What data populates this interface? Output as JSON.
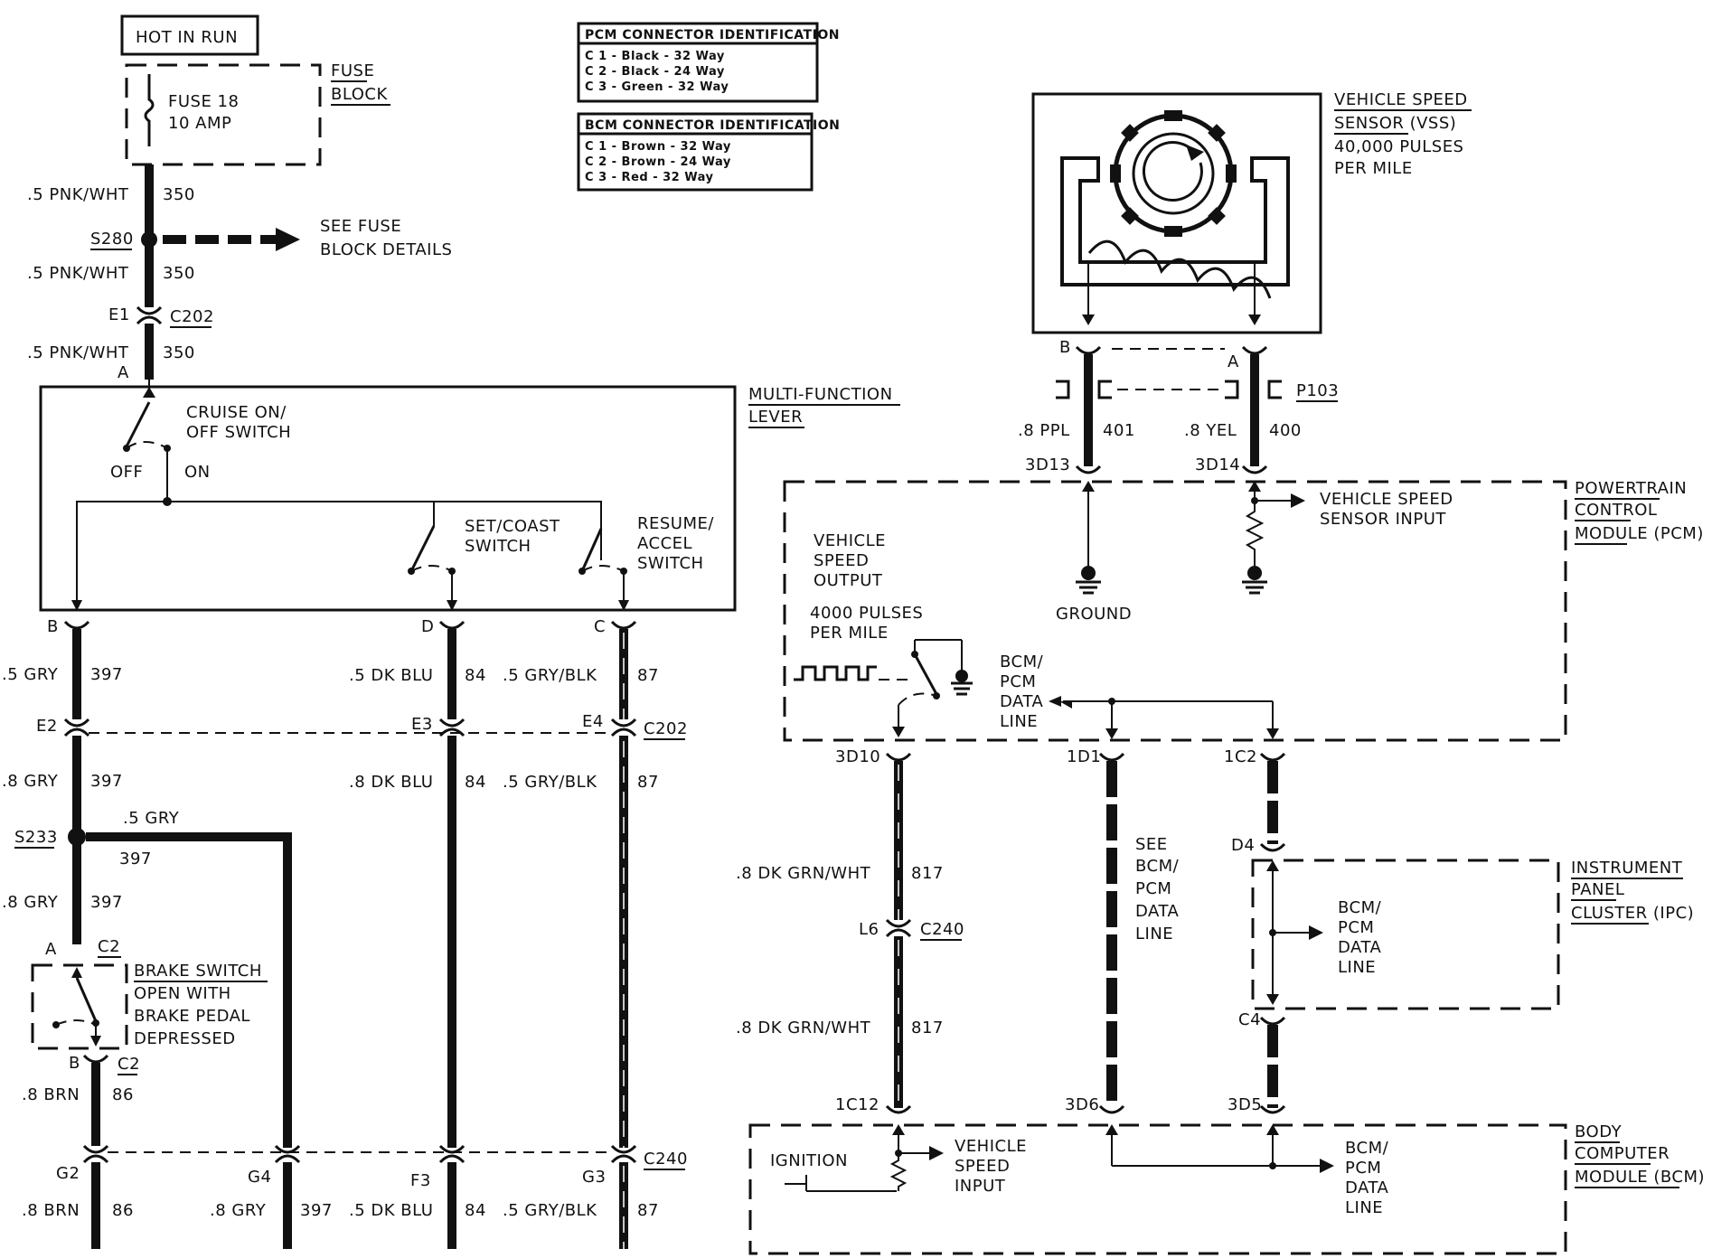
{
  "hot_in_run": "HOT IN RUN",
  "fuse": {
    "name": "FUSE 18",
    "rating": "10 AMP",
    "block_line1": "FUSE",
    "block_line2": "BLOCK"
  },
  "pcm_conn": {
    "title": "PCM CONNECTOR IDENTIFICATION",
    "lines": [
      "C 1 - Black - 32 Way",
      "C 2 - Black - 24 Way",
      "C 3 - Green - 32 Way"
    ]
  },
  "bcm_conn": {
    "title": "BCM CONNECTOR IDENTIFICATION",
    "lines": [
      "C 1 - Brown - 32 Way",
      "C 2 - Brown - 24 Way",
      "C 3 - Red  - 32 Way"
    ]
  },
  "left": {
    "pnk_wht": ".5 PNK/WHT",
    "c350": "350",
    "s280": "S280",
    "see_fuse_1": "SEE FUSE",
    "see_fuse_2": "BLOCK DETAILS",
    "e1": "E1",
    "c202": "C202",
    "a": "A",
    "mfl_1": "MULTI-FUNCTION",
    "mfl_2": "LEVER",
    "cruise_1": "CRUISE ON/",
    "cruise_2": "OFF SWITCH",
    "off": "OFF",
    "on": "ON",
    "setcoast_1": "SET/COAST",
    "setcoast_2": "SWITCH",
    "resume_1": "RESUME/",
    "resume_2": "ACCEL",
    "resume_3": "SWITCH",
    "b": "B",
    "d": "D",
    "c": "C",
    "gry5": ".5 GRY",
    "c397": "397",
    "dkblu5": ".5 DK BLU",
    "c84": "84",
    "gryblk5": ".5 GRY/BLK",
    "c87": "87",
    "e2": "E2",
    "e3": "E3",
    "e4": "E4",
    "gry8": ".8 GRY",
    "dkblu8": ".8 DK BLU",
    "gryblk8": ".5 GRY/BLK",
    "s233": "S233",
    "c2": "C2",
    "brake_1": "BRAKE SWITCH",
    "brake_2": "OPEN WITH",
    "brake_3": "BRAKE PEDAL",
    "brake_4": "DEPRESSED",
    "brn8": ".8 BRN",
    "c86": "86",
    "c240": "C240",
    "g2": "G2",
    "g4": "G4",
    "f3": "F3",
    "g3": "G3"
  },
  "right": {
    "vss_1": "VEHICLE SPEED",
    "vss_2": "SENSOR (VSS)",
    "vss_3": "40,000 PULSES",
    "vss_4": "PER MILE",
    "b": "B",
    "a": "A",
    "p103": "P103",
    "ppl": ".8 PPL",
    "c401": "401",
    "yel": ".8 YEL",
    "c400": "400",
    "d13": "3D13",
    "d14": "3D14",
    "pcm_1": "POWERTRAIN",
    "pcm_2": "CONTROL",
    "pcm_3": "MODULE (PCM)",
    "vssin_1": "VEHICLE SPEED",
    "vssin_2": "SENSOR INPUT",
    "vso_1": "VEHICLE",
    "vso_2": "SPEED",
    "vso_3": "OUTPUT",
    "pulses_1": "4000 PULSES",
    "pulses_2": "PER MILE",
    "ground": "GROUND",
    "bcmpcm_1": "BCM/",
    "bcmpcm_2": "PCM",
    "bcmpcm_3": "DATA",
    "bcmpcm_4": "LINE",
    "d10": "3D10",
    "d1": "1D1",
    "c1c2": "1C2",
    "dkgrn": ".8 DK GRN/WHT",
    "c817": "817",
    "see": "SEE",
    "d4": "D4",
    "ipc_1": "INSTRUMENT",
    "ipc_2": "PANEL",
    "ipc_3": "CLUSTER (IPC)",
    "l6": "L6",
    "c240": "C240",
    "c4": "C4",
    "c12": "1C12",
    "d6": "3D6",
    "d5": "3D5",
    "ignition": "IGNITION",
    "vsi_1": "VEHICLE",
    "vsi_2": "SPEED",
    "vsi_3": "INPUT",
    "bcm_1": "BODY",
    "bcm_2": "COMPUTER",
    "bcm_3": "MODULE (BCM)"
  }
}
